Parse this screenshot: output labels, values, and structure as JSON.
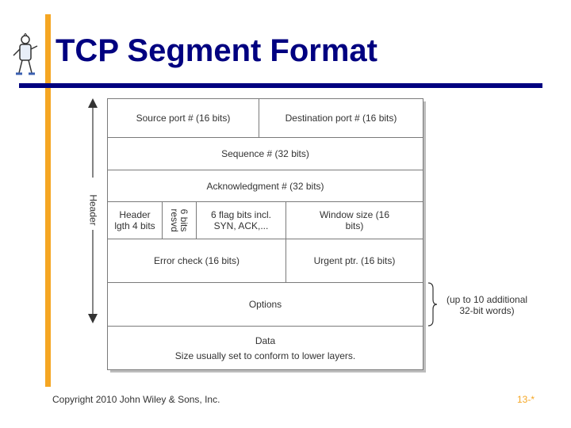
{
  "slide": {
    "title": "TCP Segment Format",
    "footer": "Copyright 2010 John Wiley & Sons, Inc.",
    "page_number": "13-*"
  },
  "diagram": {
    "header_label": "Header",
    "options_note": "(up to 10 additional 32-bit words)",
    "fields": {
      "source_port": "Source port # (16 bits)",
      "destination_port": "Destination port # (16 bits)",
      "sequence": "Sequence # (32 bits)",
      "acknowledgment": "Acknowledgment # (32 bits)",
      "header_length": "Header lgth 4 bits",
      "reserved": "6 bits resvd",
      "flags": "6 flag bits incl. SYN, ACK,...",
      "window_size": "Window size (16 bits)",
      "error_check": "Error check (16 bits)",
      "urgent_ptr": "Urgent ptr. (16 bits)",
      "options": "Options",
      "data_title": "Data",
      "data_note": "Size usually set to conform to lower layers."
    }
  },
  "colors": {
    "title": "#000080",
    "accent_bar": "#f5a623",
    "rule": "#000080"
  }
}
